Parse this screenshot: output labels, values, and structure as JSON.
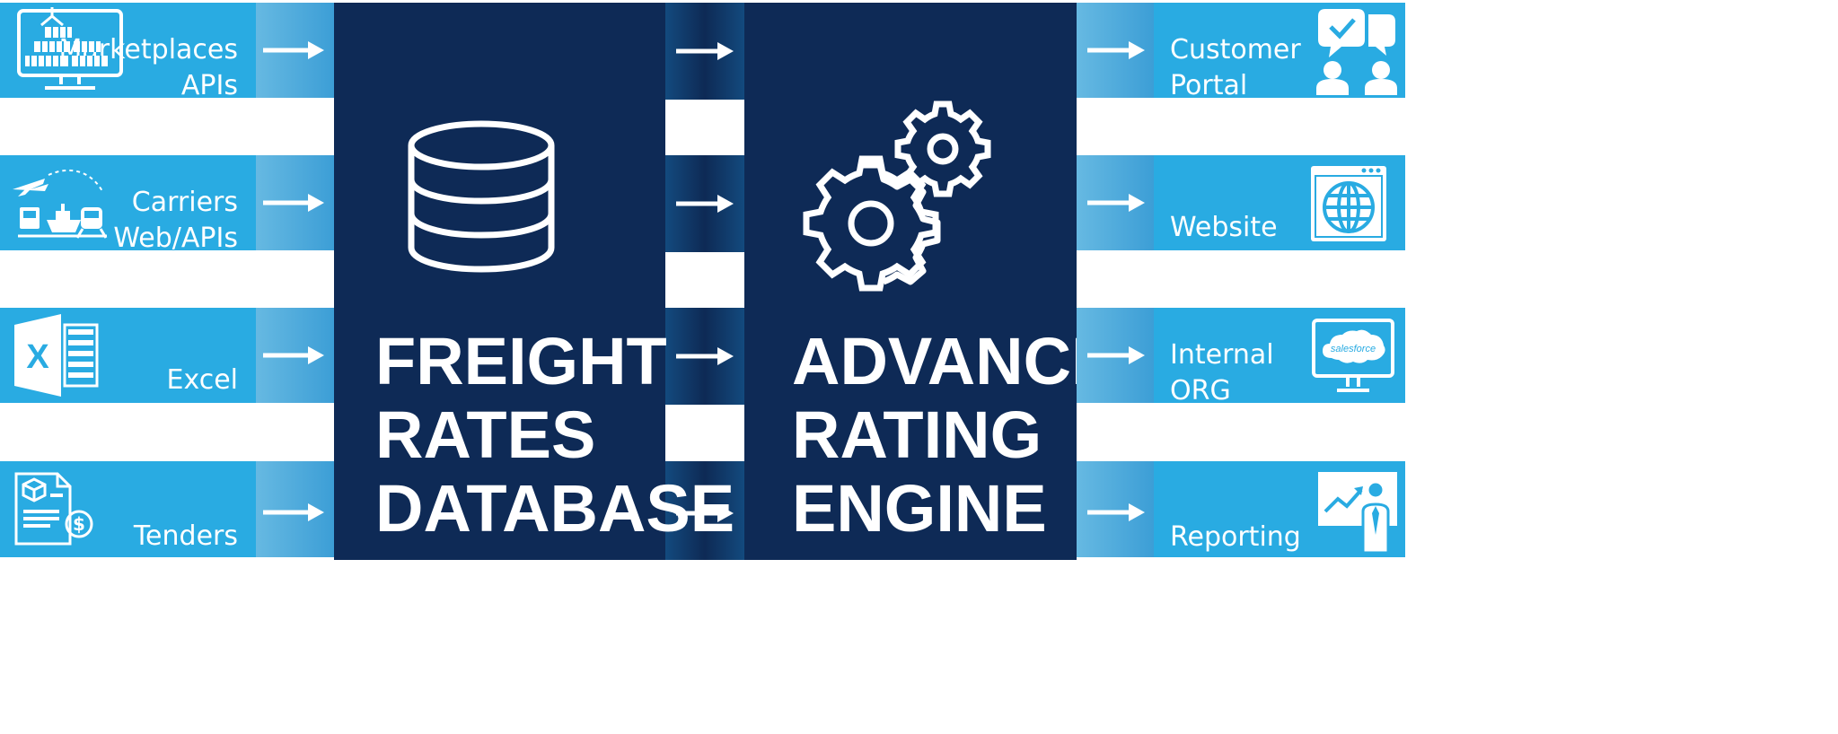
{
  "inputs": [
    {
      "line1": "Marketplaces",
      "line2": "APIs",
      "icon": "container-monitor-icon"
    },
    {
      "line1": "Carriers",
      "line2": "Web/APIs",
      "icon": "transport-icon"
    },
    {
      "line1": "",
      "line2": "Excel",
      "icon": "excel-icon"
    },
    {
      "line1": "",
      "line2": "Tenders",
      "icon": "tender-document-icon"
    }
  ],
  "database": {
    "line1": "FREIGHT",
    "line2": "RATES",
    "line3": "DATABASE",
    "icon": "database-icon"
  },
  "engine": {
    "line1": "ADVANCED",
    "line2": "RATING",
    "line3": "ENGINE",
    "icon": "gears-icon"
  },
  "outputs": [
    {
      "line1": "Customer",
      "line2": "Portal",
      "icon": "chat-users-icon"
    },
    {
      "line1": "",
      "line2": "Website",
      "icon": "globe-browser-icon"
    },
    {
      "line1": "Internal",
      "line2": "ORG",
      "icon": "salesforce-monitor-icon",
      "brand": "salesforce"
    },
    {
      "line1": "",
      "line2": "Reporting",
      "icon": "presenter-chart-icon"
    }
  ],
  "colors": {
    "band": "#29abe2",
    "block": "#0e2a56",
    "connector": "#5fb6e2"
  }
}
